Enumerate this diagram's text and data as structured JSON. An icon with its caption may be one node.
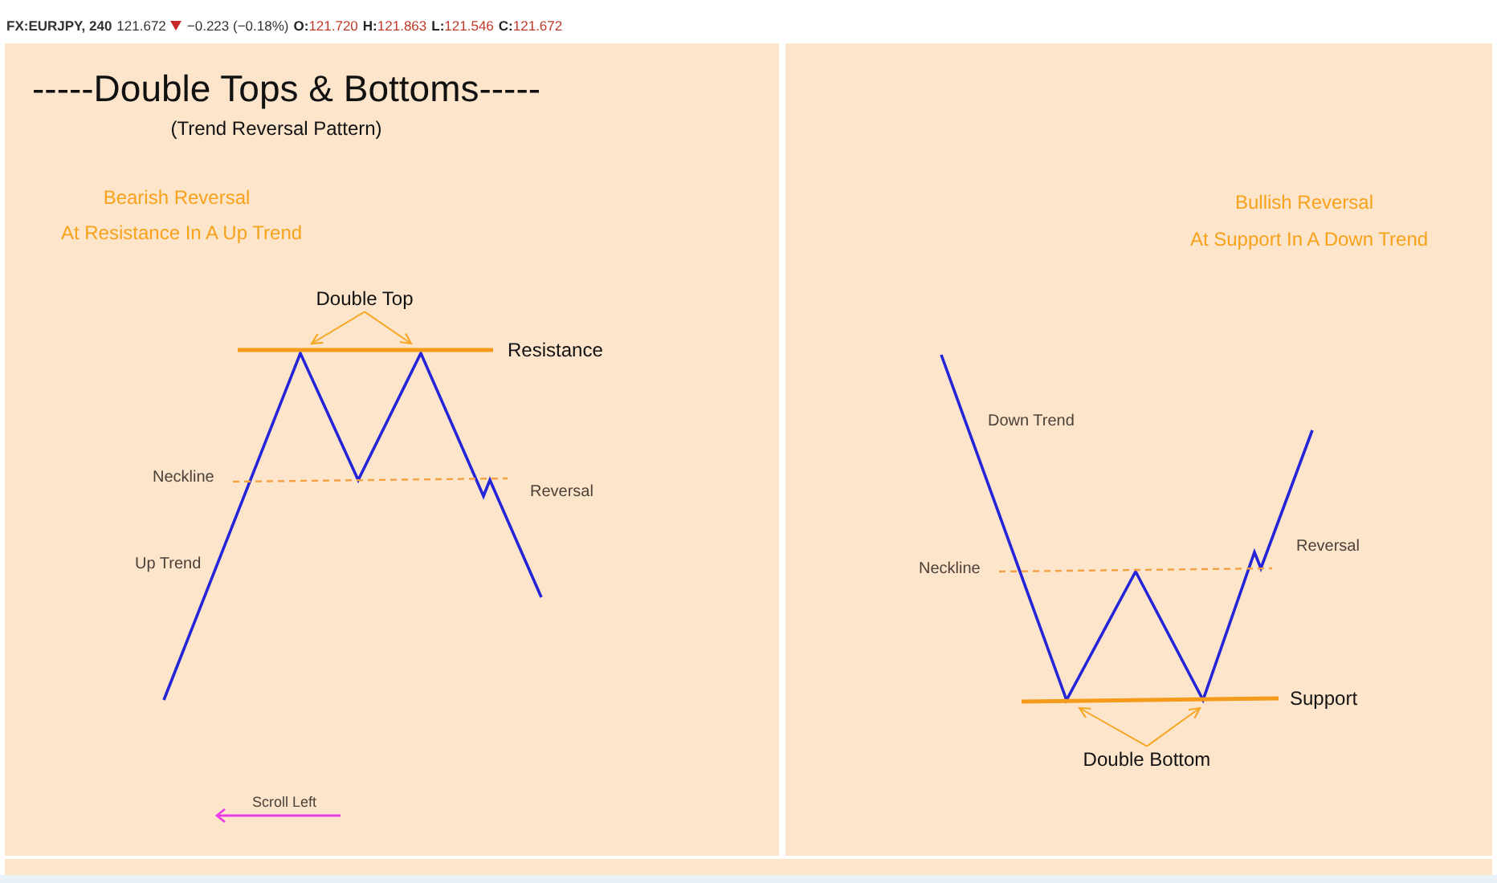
{
  "diagram": {
    "title": "-----Double Tops & Bottoms-----",
    "nodes": [
      {
        "text": [
          "Double Top"
        ]
      },
      {
        "text": [
          "Double Bottom"
        ]
      }
    ],
    "edges": [
      {
        "from": 0,
        "to": null,
        "arrow": "to"
      },
      {
        "from": 0,
        "to": null,
        "arrow": "to"
      },
      {
        "from": 1,
        "to": null,
        "arrow": "to"
      },
      {
        "from": 1,
        "to": null,
        "arrow": "to"
      }
    ],
    "labels": [
      "FX:EURJPY, 240",
      "121.672",
      "−0.223 (−0.18%)",
      "O:121.720",
      "H:121.863",
      "L:121.546",
      "C:121.672",
      "(Trend Reversal Pattern)",
      "Bearish Reversal",
      "At Resistance In A Up Trend",
      "Resistance",
      "Neckline",
      "Reversal",
      "Up Trend",
      "Scroll Left",
      "Bullish Reversal",
      "At Support In A Down Trend",
      "Down Trend",
      "Reversal",
      "Neckline",
      "Support"
    ]
  }
}
